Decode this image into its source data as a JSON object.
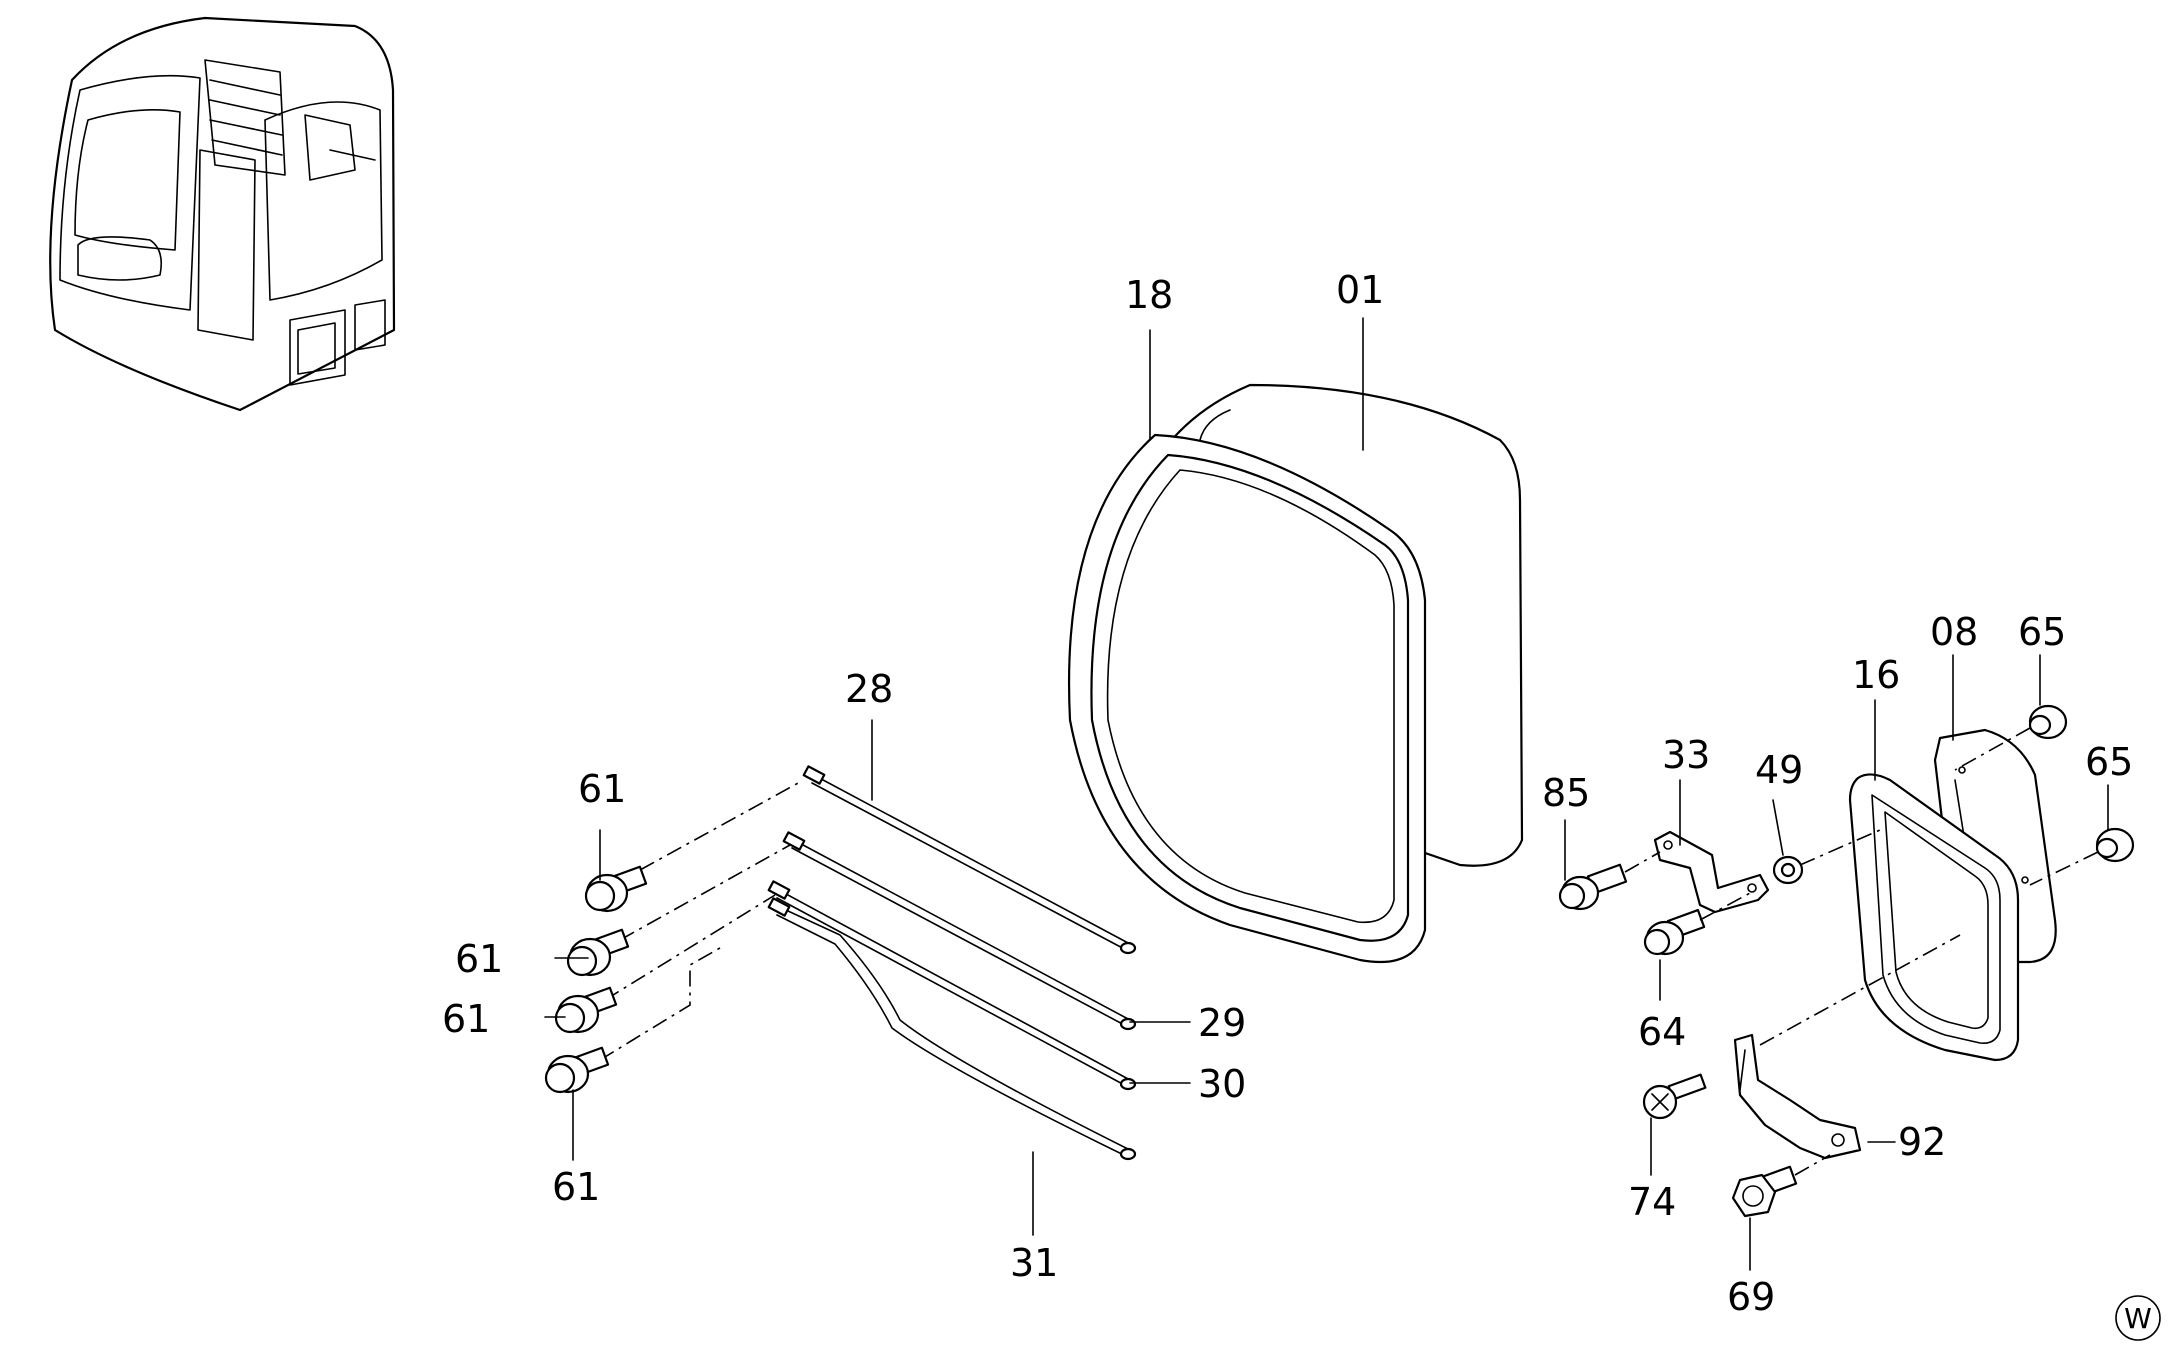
{
  "parts": {
    "p01": "01",
    "p08": "08",
    "p16": "16",
    "p18": "18",
    "p28": "28",
    "p29": "29",
    "p30": "30",
    "p31": "31",
    "p33": "33",
    "p49": "49",
    "p61a": "61",
    "p61b": "61",
    "p61c": "61",
    "p61d": "61",
    "p64": "64",
    "p65a": "65",
    "p65b": "65",
    "p69": "69",
    "p74": "74",
    "p85": "85",
    "p92": "92"
  },
  "view_marker": "W"
}
